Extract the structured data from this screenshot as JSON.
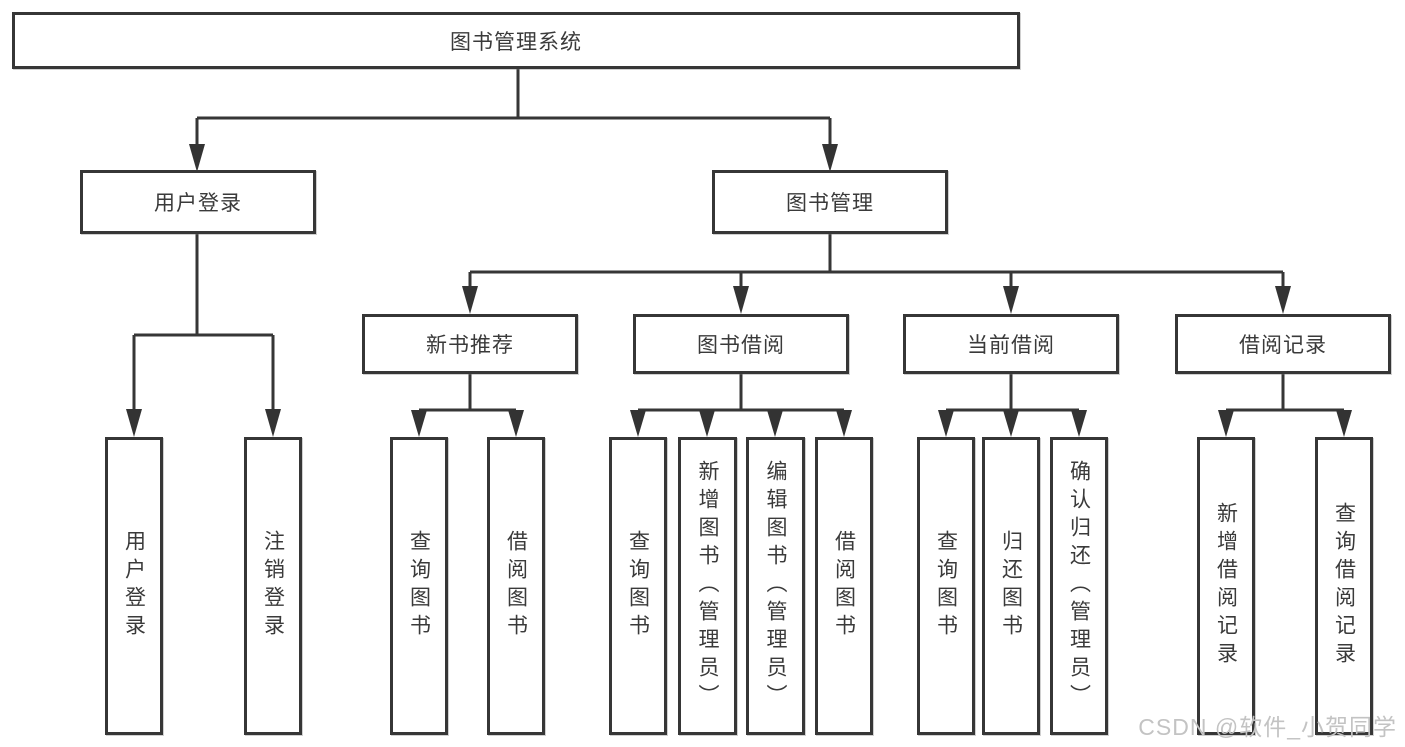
{
  "colors": {
    "line": "#363636",
    "arrow": "#333333",
    "text": "#3a3a3a",
    "box_background": "#ffffff",
    "watermark": "#c3c3c3"
  },
  "nodes": {
    "root": {
      "label": "图书管理系统"
    },
    "user_login": {
      "label": "用户登录"
    },
    "book_mgmt": {
      "label": "图书管理"
    },
    "new_books": {
      "label": "新书推荐"
    },
    "book_borrow": {
      "label": "图书借阅"
    },
    "current_borrow": {
      "label": "当前借阅"
    },
    "borrow_records": {
      "label": "借阅记录"
    },
    "leaf_user_login": {
      "label": "用户登录"
    },
    "leaf_logout": {
      "label": "注销登录"
    },
    "leaf_newbook_query": {
      "label": "查询图书"
    },
    "leaf_newbook_borrow": {
      "label": "借阅图书"
    },
    "leaf_borrow_query": {
      "label": "查询图书"
    },
    "leaf_borrow_add": {
      "label": "新增图书（管理员）"
    },
    "leaf_borrow_edit": {
      "label": "编辑图书（管理员）"
    },
    "leaf_borrow_borrow": {
      "label": "借阅图书"
    },
    "leaf_current_query": {
      "label": "查询图书"
    },
    "leaf_current_return": {
      "label": "归还图书"
    },
    "leaf_current_confirm": {
      "label": "确认归还（管理员）"
    },
    "leaf_record_add": {
      "label": "新增借阅记录"
    },
    "leaf_record_query": {
      "label": "查询借阅记录"
    }
  },
  "watermark": {
    "text": "CSDN @软件_小贺同学"
  }
}
